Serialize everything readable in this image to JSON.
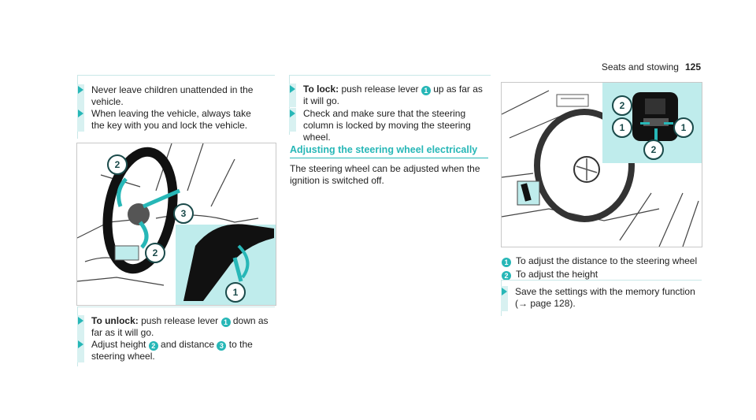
{
  "header": {
    "section": "Seats and stowing",
    "page_number": "125"
  },
  "left_bullets": [
    "Never leave children unattended in the vehicle.",
    "When leaving the vehicle, always take the key with you and lock the vehicle."
  ],
  "fig1_labels": [
    "1",
    "2",
    "2",
    "3"
  ],
  "unlock": {
    "label": "To unlock:",
    "text_a": " push release lever ",
    "ref": "1",
    "text_b": " down as far as it will go."
  },
  "adjust": {
    "text_a": "Adjust height ",
    "ref_a": "2",
    "text_b": " and distance ",
    "ref_b": "3",
    "text_c": " to the steering wheel."
  },
  "lock": {
    "label": "To lock:",
    "text_a": " push release lever ",
    "ref": "1",
    "text_b": " up as far as it will go."
  },
  "check": "Check and make sure that the steering column is locked by moving the steering wheel.",
  "section": {
    "title": "Adjusting the steering wheel electrically",
    "paragraph": "The steering wheel can be adjusted when the ignition is switched off."
  },
  "fig2_labels": [
    "2",
    "1",
    "1",
    "2"
  ],
  "captions": [
    {
      "num": "1",
      "text": "To adjust the distance to the steering wheel"
    },
    {
      "num": "2",
      "text": "To adjust the height"
    }
  ],
  "save": {
    "text": "Save the settings with the memory function",
    "ref": "(→ page 128)."
  }
}
